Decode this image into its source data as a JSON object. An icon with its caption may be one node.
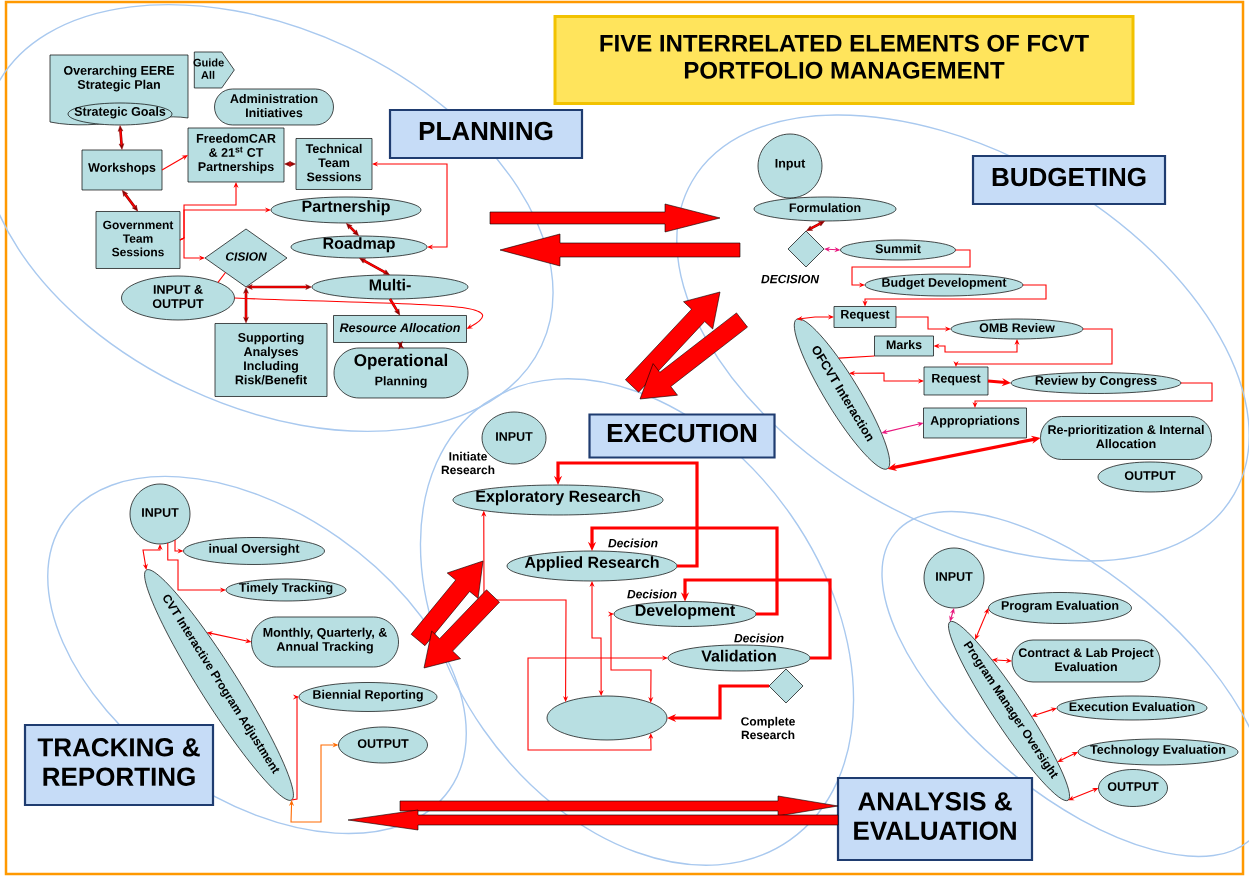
{
  "diagram": {
    "title": "FIVE INTERRELATED ELEMENTS OF FCVT PORTFOLIO MANAGEMENT",
    "nodes": [
      {
        "text": [
          "PLANNING"
        ]
      },
      {
        "text": [
          "Overarching EERE Strategic Plan"
        ],
        "in": 0
      },
      {
        "text": [
          "Strategic Goals"
        ],
        "in": 1
      },
      {
        "text": [
          "Guide All"
        ],
        "in": 0
      },
      {
        "text": [
          "Administration Initiatives"
        ],
        "in": 0
      },
      {
        "text": [
          "Workshops"
        ],
        "in": 0
      },
      {
        "text": [
          "FreedomCAR & 21$^{st}$ CT Partnerships"
        ],
        "in": 0
      },
      {
        "text": [
          "Technical Team Sessions"
        ],
        "in": 0
      },
      {
        "text": [
          "Government Team Sessions"
        ],
        "in": 0
      },
      {
        "text": [
          "Partnership"
        ],
        "in": 0
      },
      {
        "text": [
          "Roadmap"
        ],
        "in": 0
      },
      {
        "text": [
          "CISION"
        ],
        "in": 0
      },
      {
        "text": [
          "INPUT & OUTPUT"
        ],
        "in": 0
      },
      {
        "text": [
          "Multi-"
        ],
        "in": 0
      },
      {
        "text": [
          "Supporting Analyses Including Risk/Benefit"
        ],
        "in": 0
      },
      {
        "text": [
          "Resource Allocation"
        ],
        "in": 0
      },
      {
        "text": [
          "Operational",
          "Planning"
        ],
        "in": 0
      },
      {
        "text": [
          "BUDGETING"
        ]
      },
      {
        "text": [
          "Input"
        ],
        "in": 17
      },
      {
        "text": [
          "Formulation"
        ],
        "in": 17
      },
      {
        "text": [],
        "shape": "diamond",
        "beside": [
          "DECISION"
        ],
        "in": 17
      },
      {
        "text": [
          "Summit"
        ],
        "in": 17
      },
      {
        "text": [
          "Budget Development"
        ],
        "in": 17
      },
      {
        "text": [
          "Request"
        ],
        "in": 17
      },
      {
        "text": [
          "OMB Review"
        ],
        "in": 17
      },
      {
        "text": [
          "Marks"
        ],
        "in": 17
      },
      {
        "text": [
          "OFCVT Interaction"
        ],
        "in": 17
      },
      {
        "text": [
          "Request"
        ],
        "in": 17
      },
      {
        "text": [
          "Review by Congress"
        ],
        "in": 17
      },
      {
        "text": [
          "Appropriations"
        ],
        "in": 17
      },
      {
        "text": [
          "Re-prioritization & Internal Allocation"
        ],
        "in": 17
      },
      {
        "text": [
          "OUTPUT"
        ],
        "in": 17
      },
      {
        "text": [
          "EXECUTION"
        ]
      },
      {
        "text": [
          "INPUT"
        ],
        "beside": [
          "Initiate Research"
        ],
        "in": 32
      },
      {
        "text": [
          "Exploratory Research"
        ],
        "in": 32
      },
      {
        "text": [
          "Applied Research"
        ],
        "beside": [
          "Decision"
        ],
        "in": 32
      },
      {
        "text": [
          "Development"
        ],
        "beside": [
          "Decision"
        ],
        "in": 32
      },
      {
        "text": [
          "Validation"
        ],
        "beside": [
          "Decision"
        ],
        "in": 32
      },
      {
        "text": [],
        "shape": "diamond",
        "beside": [
          "Complete Research"
        ],
        "in": 32
      },
      {
        "text": [],
        "shape": "ellipse",
        "in": 32
      },
      {
        "text": [
          "TRACKING & REPORTING"
        ]
      },
      {
        "text": [
          "INPUT"
        ],
        "in": 40
      },
      {
        "text": [
          "inual Oversight"
        ],
        "in": 40
      },
      {
        "text": [
          "Timely Tracking"
        ],
        "in": 40
      },
      {
        "text": [
          "Monthly, Quarterly, & Annual Tracking"
        ],
        "in": 40
      },
      {
        "text": [
          "Biennial Reporting"
        ],
        "in": 40
      },
      {
        "text": [
          "OUTPUT"
        ],
        "in": 40
      },
      {
        "text": [
          "CVT Interactive Program Adjustment"
        ],
        "in": 40
      },
      {
        "text": [
          "ANALYSIS & EVALUATION"
        ]
      },
      {
        "text": [
          "INPUT"
        ],
        "in": 48
      },
      {
        "text": [
          "Program Evaluation"
        ],
        "in": 48
      },
      {
        "text": [
          "Contract & Lab Project Evaluation"
        ],
        "in": 48
      },
      {
        "text": [
          "Execution Evaluation"
        ],
        "in": 48
      },
      {
        "text": [
          "Technology Evaluation"
        ],
        "in": 48
      },
      {
        "text": [
          "OUTPUT"
        ],
        "in": 48
      },
      {
        "text": [
          "Program Manager Oversight"
        ],
        "in": 48
      }
    ],
    "edges": [
      {
        "from": 2,
        "to": 5,
        "arrow": "both",
        "color": "#8c0000"
      },
      {
        "from": 5,
        "to": 8,
        "arrow": "both",
        "color": "#8c0000"
      },
      {
        "from": 5,
        "to": 6,
        "arrow": "to"
      },
      {
        "from": 6,
        "to": 7,
        "arrow": "both",
        "color": "#8c0000"
      },
      {
        "from": 10,
        "to": 7,
        "arrow": "both"
      },
      {
        "from": 8,
        "to": 6,
        "arrow": "to"
      },
      {
        "from": 8,
        "to": 9,
        "arrow": "to"
      },
      {
        "from": 8,
        "to": 11,
        "arrow": "to"
      },
      {
        "from": 9,
        "to": 10,
        "arrow": "both",
        "color": "#8c0000"
      },
      {
        "from": 10,
        "to": 13,
        "arrow": "both",
        "color": "#8c0000"
      },
      {
        "from": 13,
        "to": 11,
        "arrow": "both",
        "color": "#8c0000"
      },
      {
        "from": 11,
        "to": 14,
        "arrow": "both",
        "color": "#8c0000"
      },
      {
        "from": 11,
        "to": 12,
        "arrow": "none"
      },
      {
        "from": 13,
        "to": 15,
        "arrow": "to",
        "color": "#8c0000"
      },
      {
        "from": 15,
        "to": 16,
        "arrow": "both",
        "color": "#8c0000"
      },
      {
        "from": 12,
        "to": 15,
        "arrow": "to"
      },
      {
        "from": 19,
        "to": 20,
        "arrow": "both",
        "color": "#8c0000"
      },
      {
        "from": 20,
        "to": 21,
        "arrow": "both",
        "color": "#e8177d"
      },
      {
        "from": 21,
        "to": 22,
        "arrow": "to"
      },
      {
        "from": 22,
        "to": 23,
        "arrow": "to"
      },
      {
        "from": 23,
        "to": 26,
        "arrow": "both"
      },
      {
        "from": 23,
        "to": 24,
        "arrow": "to"
      },
      {
        "from": 25,
        "to": 24,
        "arrow": "both"
      },
      {
        "from": 25,
        "to": 26,
        "arrow": "none"
      },
      {
        "from": 24,
        "to": 27,
        "arrow": "to"
      },
      {
        "from": 26,
        "to": 27,
        "arrow": "both"
      },
      {
        "from": 27,
        "to": 28,
        "arrow": "to",
        "style": "thick"
      },
      {
        "from": 28,
        "to": 29,
        "arrow": "to"
      },
      {
        "from": 29,
        "to": 26,
        "arrow": "both",
        "color": "#e8177d"
      },
      {
        "from": 26,
        "to": 30,
        "arrow": "both",
        "style": "thick"
      },
      {
        "from": 35,
        "to": 34,
        "arrow": "to",
        "style": "thick"
      },
      {
        "from": 36,
        "to": 35,
        "arrow": "to",
        "style": "thick"
      },
      {
        "from": 37,
        "to": 36,
        "arrow": "to",
        "style": "thick"
      },
      {
        "from": 38,
        "to": 39,
        "arrow": "to",
        "style": "thick"
      },
      {
        "from": 34,
        "to": 39,
        "arrow": "both"
      },
      {
        "from": 35,
        "to": 39,
        "arrow": "both"
      },
      {
        "from": 36,
        "to": 39,
        "arrow": "both"
      },
      {
        "from": 39,
        "to": 37,
        "arrow": "both"
      },
      {
        "from": 41,
        "to": 47,
        "arrow": "both"
      },
      {
        "from": 41,
        "to": 42,
        "arrow": "to"
      },
      {
        "from": 41,
        "to": 43,
        "arrow": "to"
      },
      {
        "from": 47,
        "to": 44,
        "arrow": "both"
      },
      {
        "from": 47,
        "to": 45,
        "arrow": "to"
      },
      {
        "from": 47,
        "to": 46,
        "arrow": "both",
        "color": "#ff6a00"
      },
      {
        "from": 49,
        "to": 55,
        "arrow": "both",
        "color": "#e8177d"
      },
      {
        "from": 55,
        "to": 50,
        "arrow": "both"
      },
      {
        "from": 55,
        "to": 51,
        "arrow": "both"
      },
      {
        "from": 55,
        "to": 52,
        "arrow": "both"
      },
      {
        "from": 55,
        "to": 53,
        "arrow": "both"
      },
      {
        "from": 55,
        "to": 54,
        "arrow": "both"
      },
      {
        "from": 0,
        "to": 17,
        "arrow": "to",
        "style": "thick"
      },
      {
        "from": 17,
        "to": 0,
        "arrow": "to",
        "style": "thick"
      },
      {
        "from": 32,
        "to": 17,
        "arrow": "to",
        "style": "thick"
      },
      {
        "from": 17,
        "to": 32,
        "arrow": "to",
        "style": "thick"
      },
      {
        "from": 40,
        "to": 32,
        "arrow": "to",
        "style": "thick"
      },
      {
        "from": 32,
        "to": 40,
        "arrow": "to",
        "style": "thick"
      },
      {
        "from": 40,
        "to": 48,
        "arrow": "to",
        "style": "thick"
      },
      {
        "from": 48,
        "to": 40,
        "arrow": "to",
        "style": "thick"
      }
    ]
  }
}
